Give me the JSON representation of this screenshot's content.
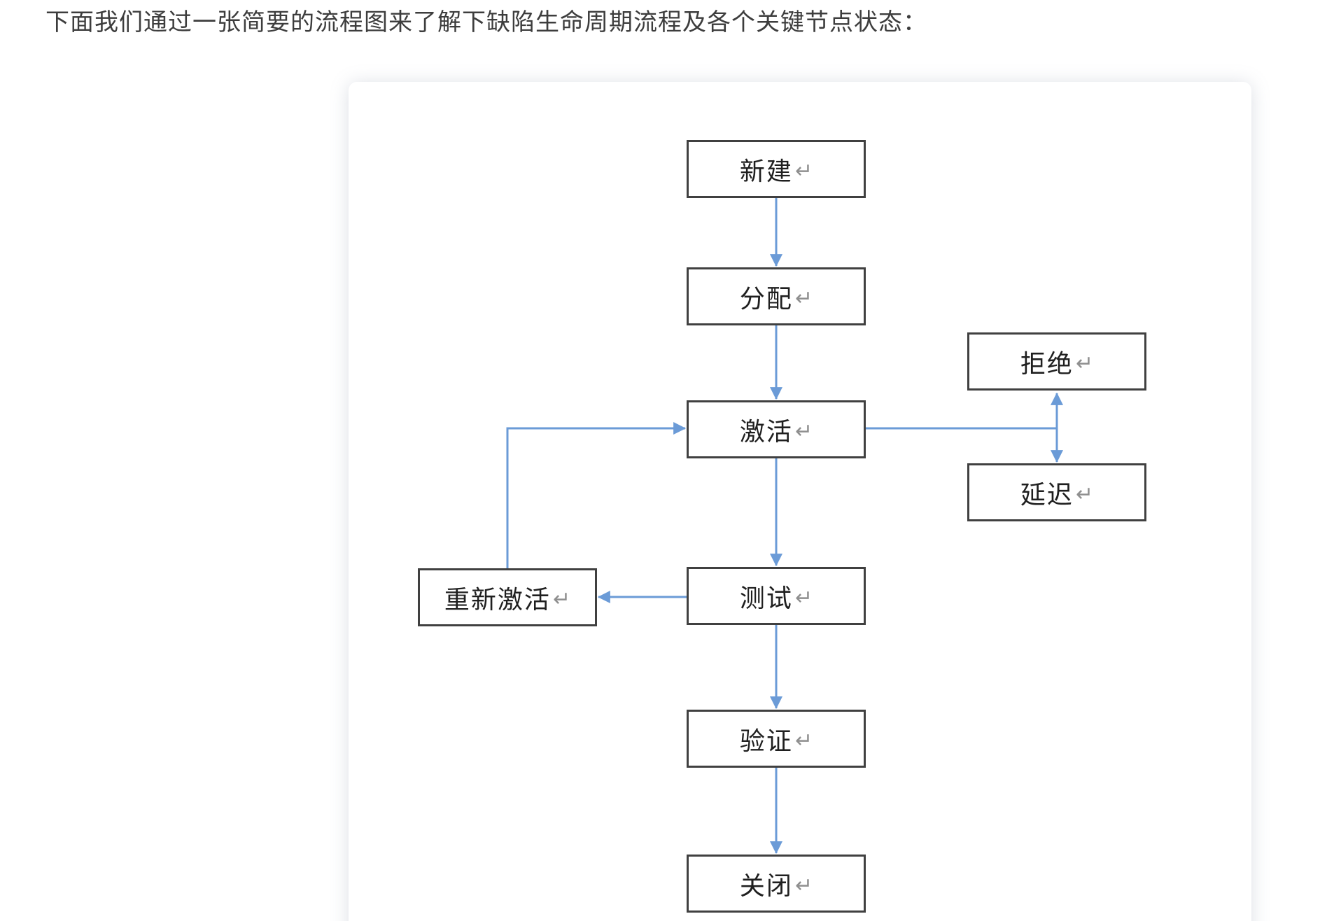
{
  "page": {
    "heading": "下面我们通过一张简要的流程图来了解下缺陷生命周期流程及各个关键节点状态："
  },
  "colors": {
    "arrow_blue": "#6b9bd7",
    "box_border": "#404040",
    "box_text": "#1f1f1f",
    "return_mark_gray": "#8f8f8f",
    "heading_text": "#3d3d3d",
    "card_background": "#ffffff",
    "page_background": "#ffffff"
  },
  "flowchart": {
    "return_mark": "↵",
    "nodes": [
      {
        "id": "new",
        "label": "新建"
      },
      {
        "id": "assign",
        "label": "分配"
      },
      {
        "id": "activate",
        "label": "激活"
      },
      {
        "id": "reject",
        "label": "拒绝"
      },
      {
        "id": "delay",
        "label": "延迟"
      },
      {
        "id": "reactivate",
        "label": "重新激活"
      },
      {
        "id": "test",
        "label": "测试"
      },
      {
        "id": "verify",
        "label": "验证"
      },
      {
        "id": "close",
        "label": "关闭"
      }
    ],
    "edges": [
      {
        "from": "新建",
        "to": "分配",
        "style": "arrow-down"
      },
      {
        "from": "分配",
        "to": "激活",
        "style": "arrow-down"
      },
      {
        "from": "激活",
        "to": "测试",
        "style": "arrow-down"
      },
      {
        "from": "测试",
        "to": "验证",
        "style": "arrow-down"
      },
      {
        "from": "验证",
        "to": "关闭",
        "style": "arrow-down"
      },
      {
        "from": "激活",
        "to": "拒绝/延迟连接点",
        "style": "plain-line-right"
      },
      {
        "from": "拒绝",
        "to": "延迟",
        "style": "double-arrow-vertical"
      },
      {
        "from": "测试",
        "to": "重新激活",
        "style": "arrow-left"
      },
      {
        "from": "重新激活",
        "to": "激活",
        "style": "arrow-up-right-elbow"
      }
    ]
  }
}
